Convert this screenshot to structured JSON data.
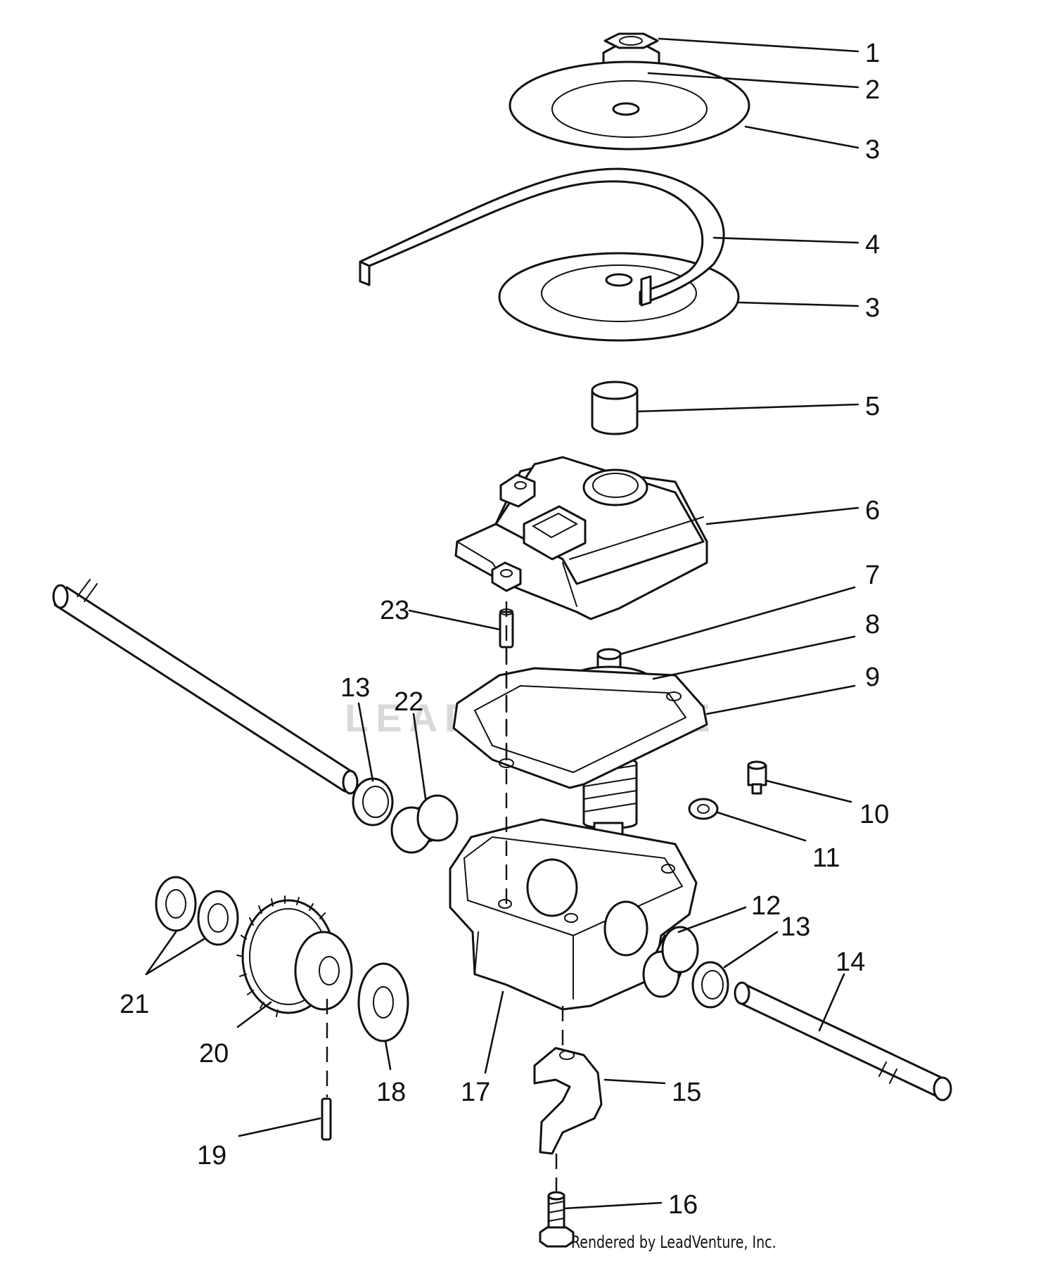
{
  "watermark": "LEADVENTURE",
  "footer": "Rendered by LeadVenture, Inc.",
  "callouts": [
    {
      "label": "1"
    },
    {
      "label": "2"
    },
    {
      "label": "3"
    },
    {
      "label": "4"
    },
    {
      "label": "3"
    },
    {
      "label": "5"
    },
    {
      "label": "6"
    },
    {
      "label": "7"
    },
    {
      "label": "23"
    },
    {
      "label": "8"
    },
    {
      "label": "9"
    },
    {
      "label": "13"
    },
    {
      "label": "22"
    },
    {
      "label": "10"
    },
    {
      "label": "11"
    },
    {
      "label": "12"
    },
    {
      "label": "13"
    },
    {
      "label": "14"
    },
    {
      "label": "21"
    },
    {
      "label": "20"
    },
    {
      "label": "18"
    },
    {
      "label": "17"
    },
    {
      "label": "15"
    },
    {
      "label": "19"
    },
    {
      "label": "16"
    }
  ]
}
